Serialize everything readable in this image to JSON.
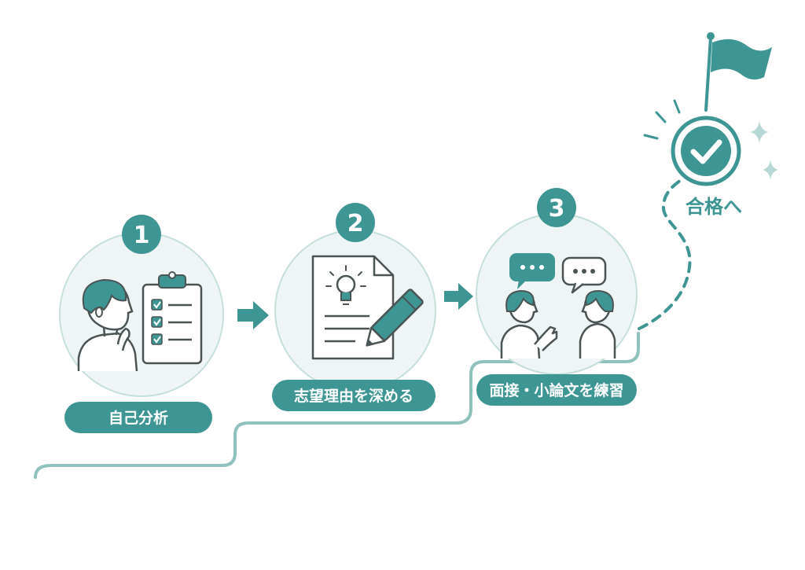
{
  "colors": {
    "accent": "#3e9694",
    "circle_fill": "#eef5f4",
    "circle_stroke": "#c5dfdc",
    "line": "#8fc1bd",
    "ink": "#4a5454"
  },
  "steps": [
    {
      "number": "1",
      "label": "自己分析",
      "icon": "person-thinking-checklist-icon"
    },
    {
      "number": "2",
      "label": "志望理由を深める",
      "icon": "document-lightbulb-pencil-icon"
    },
    {
      "number": "3",
      "label": "面接・小論文を練習",
      "icon": "two-people-conversation-icon"
    }
  ],
  "goal": {
    "label": "合格へ",
    "icon": "check-circle-icon",
    "flag_icon": "flag-icon"
  }
}
